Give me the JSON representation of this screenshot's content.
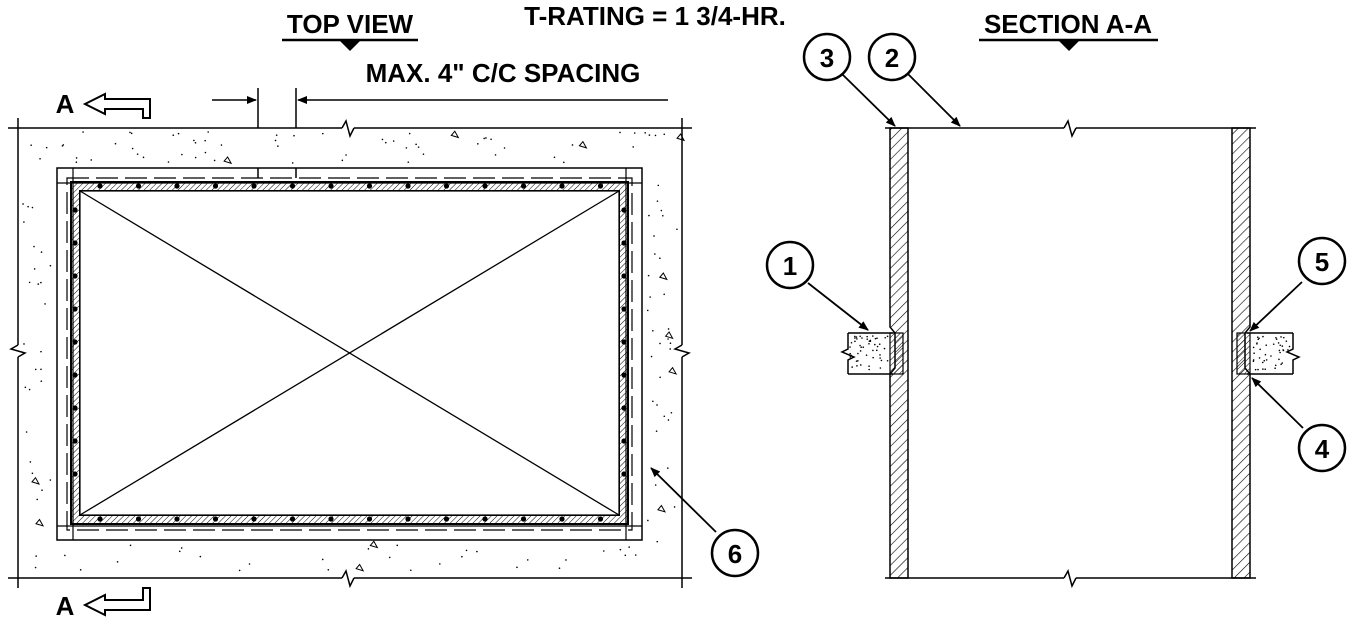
{
  "titles": {
    "top_view": "TOP VIEW",
    "rating": "T-RATING = 1 3/4-HR.",
    "section": "SECTION A-A"
  },
  "dimension": {
    "spacing": "MAX. 4\" C/C SPACING"
  },
  "section_marks": {
    "top": "A",
    "bottom": "A"
  },
  "callouts": [
    "1",
    "2",
    "3",
    "4",
    "5",
    "6"
  ]
}
